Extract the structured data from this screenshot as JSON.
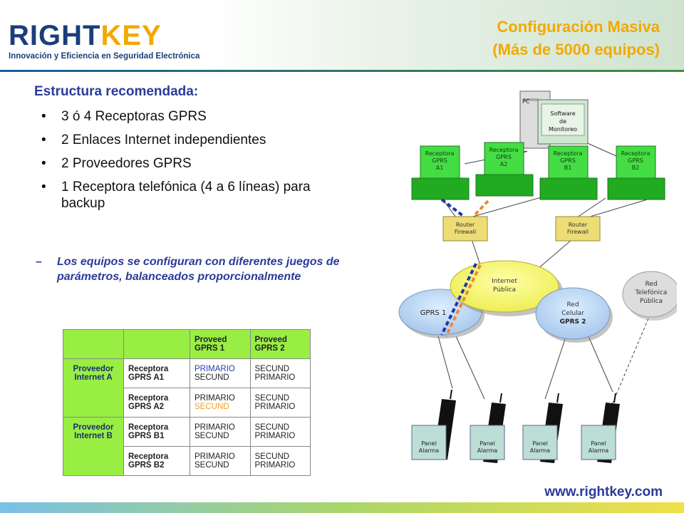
{
  "logo": {
    "brand_part1": "RIGHT",
    "brand_part2": "KEY",
    "tagline": "Innovación y Eficiencia en Seguridad Electrónica"
  },
  "title": {
    "line1": "Configuración Masiva",
    "line2": "(Más de 5000 equipos)"
  },
  "subtitle": "Estructura recomendada:",
  "bullets": [
    "3 ó 4 Receptoras GPRS",
    "2 Enlaces Internet independientes",
    "2 Proveedores GPRS",
    "1 Receptora telefónica (4 a 6 líneas) para backup"
  ],
  "bullet_symbol": "•",
  "note": {
    "dash": "–",
    "text": "Los equipos se configuran con diferentes juegos de parámetros, balanceados proporcionalmente"
  },
  "table": {
    "headers": [
      "",
      "",
      "Proveed GPRS 1",
      "Proveed GPRS 2"
    ],
    "providers": [
      "Proveedor Internet A",
      "Proveedor Internet B"
    ],
    "rows": [
      {
        "receiver": "Receptora GPRS A1",
        "g1a": "PRIMARIO",
        "g1b": "SECUND",
        "g2a": "SECUND",
        "g2b": "PRIMARIO"
      },
      {
        "receiver": "Receptora GPRS A2",
        "g1a": "PRIMARIO",
        "g1b": "SECUND",
        "g2a": "SECUND",
        "g2b": "PRIMARIO"
      },
      {
        "receiver": "Receptora GPRS B1",
        "g1a": "PRIMARIO",
        "g1b": "SECUND",
        "g2a": "SECUND",
        "g2b": "PRIMARIO"
      },
      {
        "receiver": "Receptora GPRS B2",
        "g1a": "PRIMARIO",
        "g1b": "SECUND",
        "g2a": "SECUND",
        "g2b": "PRIMARIO"
      }
    ]
  },
  "diagram": {
    "pc_label": "PC",
    "software_label": [
      "Software",
      "de",
      "Monitoreo"
    ],
    "receivers": [
      [
        "Receptora",
        "GPRS",
        "A1"
      ],
      [
        "Receptora",
        "GPRS",
        "A2"
      ],
      [
        "Receptora",
        "GPRS",
        "B1"
      ],
      [
        "Receptora",
        "GPRS",
        "B2"
      ]
    ],
    "router_label": [
      "Router",
      "Firewall"
    ],
    "internet_label": [
      "Internet",
      "Pública"
    ],
    "gprs1_label": "GPRS 1",
    "gprs2_label": [
      "Red",
      "Celular",
      "GPRS 2"
    ],
    "phone_label": [
      "Red",
      "Telefónica",
      "Pública"
    ],
    "panel_label": [
      "Panel",
      "Alarma"
    ]
  },
  "footer": {
    "url": "www.rightkey.com"
  },
  "colors": {
    "accent_orange": "#f2a900",
    "text_blue": "#2a3b9a",
    "receiver_green": "#33cc33",
    "table_green": "#99ee44",
    "router_yellow": "#eedd77"
  }
}
